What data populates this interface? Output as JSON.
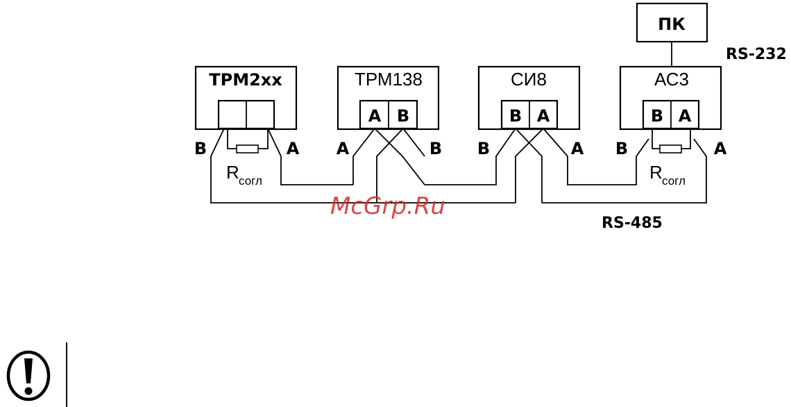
{
  "devices": {
    "pc": "ПК",
    "trm2xx": "ТРМ2xx",
    "trm138": "ТРМ138",
    "si8": "СИ8",
    "as3": "АС3"
  },
  "connector_pins": {
    "trm138": [
      "A",
      "B"
    ],
    "si8": [
      "B",
      "A"
    ],
    "as3": [
      "B",
      "A"
    ]
  },
  "terminal_labels": {
    "trm2xx": [
      "B",
      "A"
    ],
    "trm138": [
      "A",
      "B"
    ],
    "si8": [
      "B",
      "A"
    ],
    "as3": [
      "B",
      "A"
    ]
  },
  "resistor": {
    "symbol": "R",
    "subscript": "согл"
  },
  "bus_labels": {
    "rs232": "RS-232",
    "rs485": "RS-485"
  },
  "watermark": "McGrp.Ru",
  "notice_icon": "exclamation-circle-icon"
}
